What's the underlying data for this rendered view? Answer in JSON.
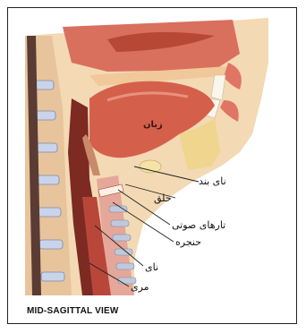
{
  "labels": {
    "tongue": "زبان",
    "epiglottis": "نای بند",
    "pharynx": "حلق",
    "vocal_cords": "تارهای صوتی",
    "larynx": "حنجره",
    "trachea": "نای",
    "esophagus": "مری"
  },
  "caption": "MID-SAGITTAL VIEW"
}
